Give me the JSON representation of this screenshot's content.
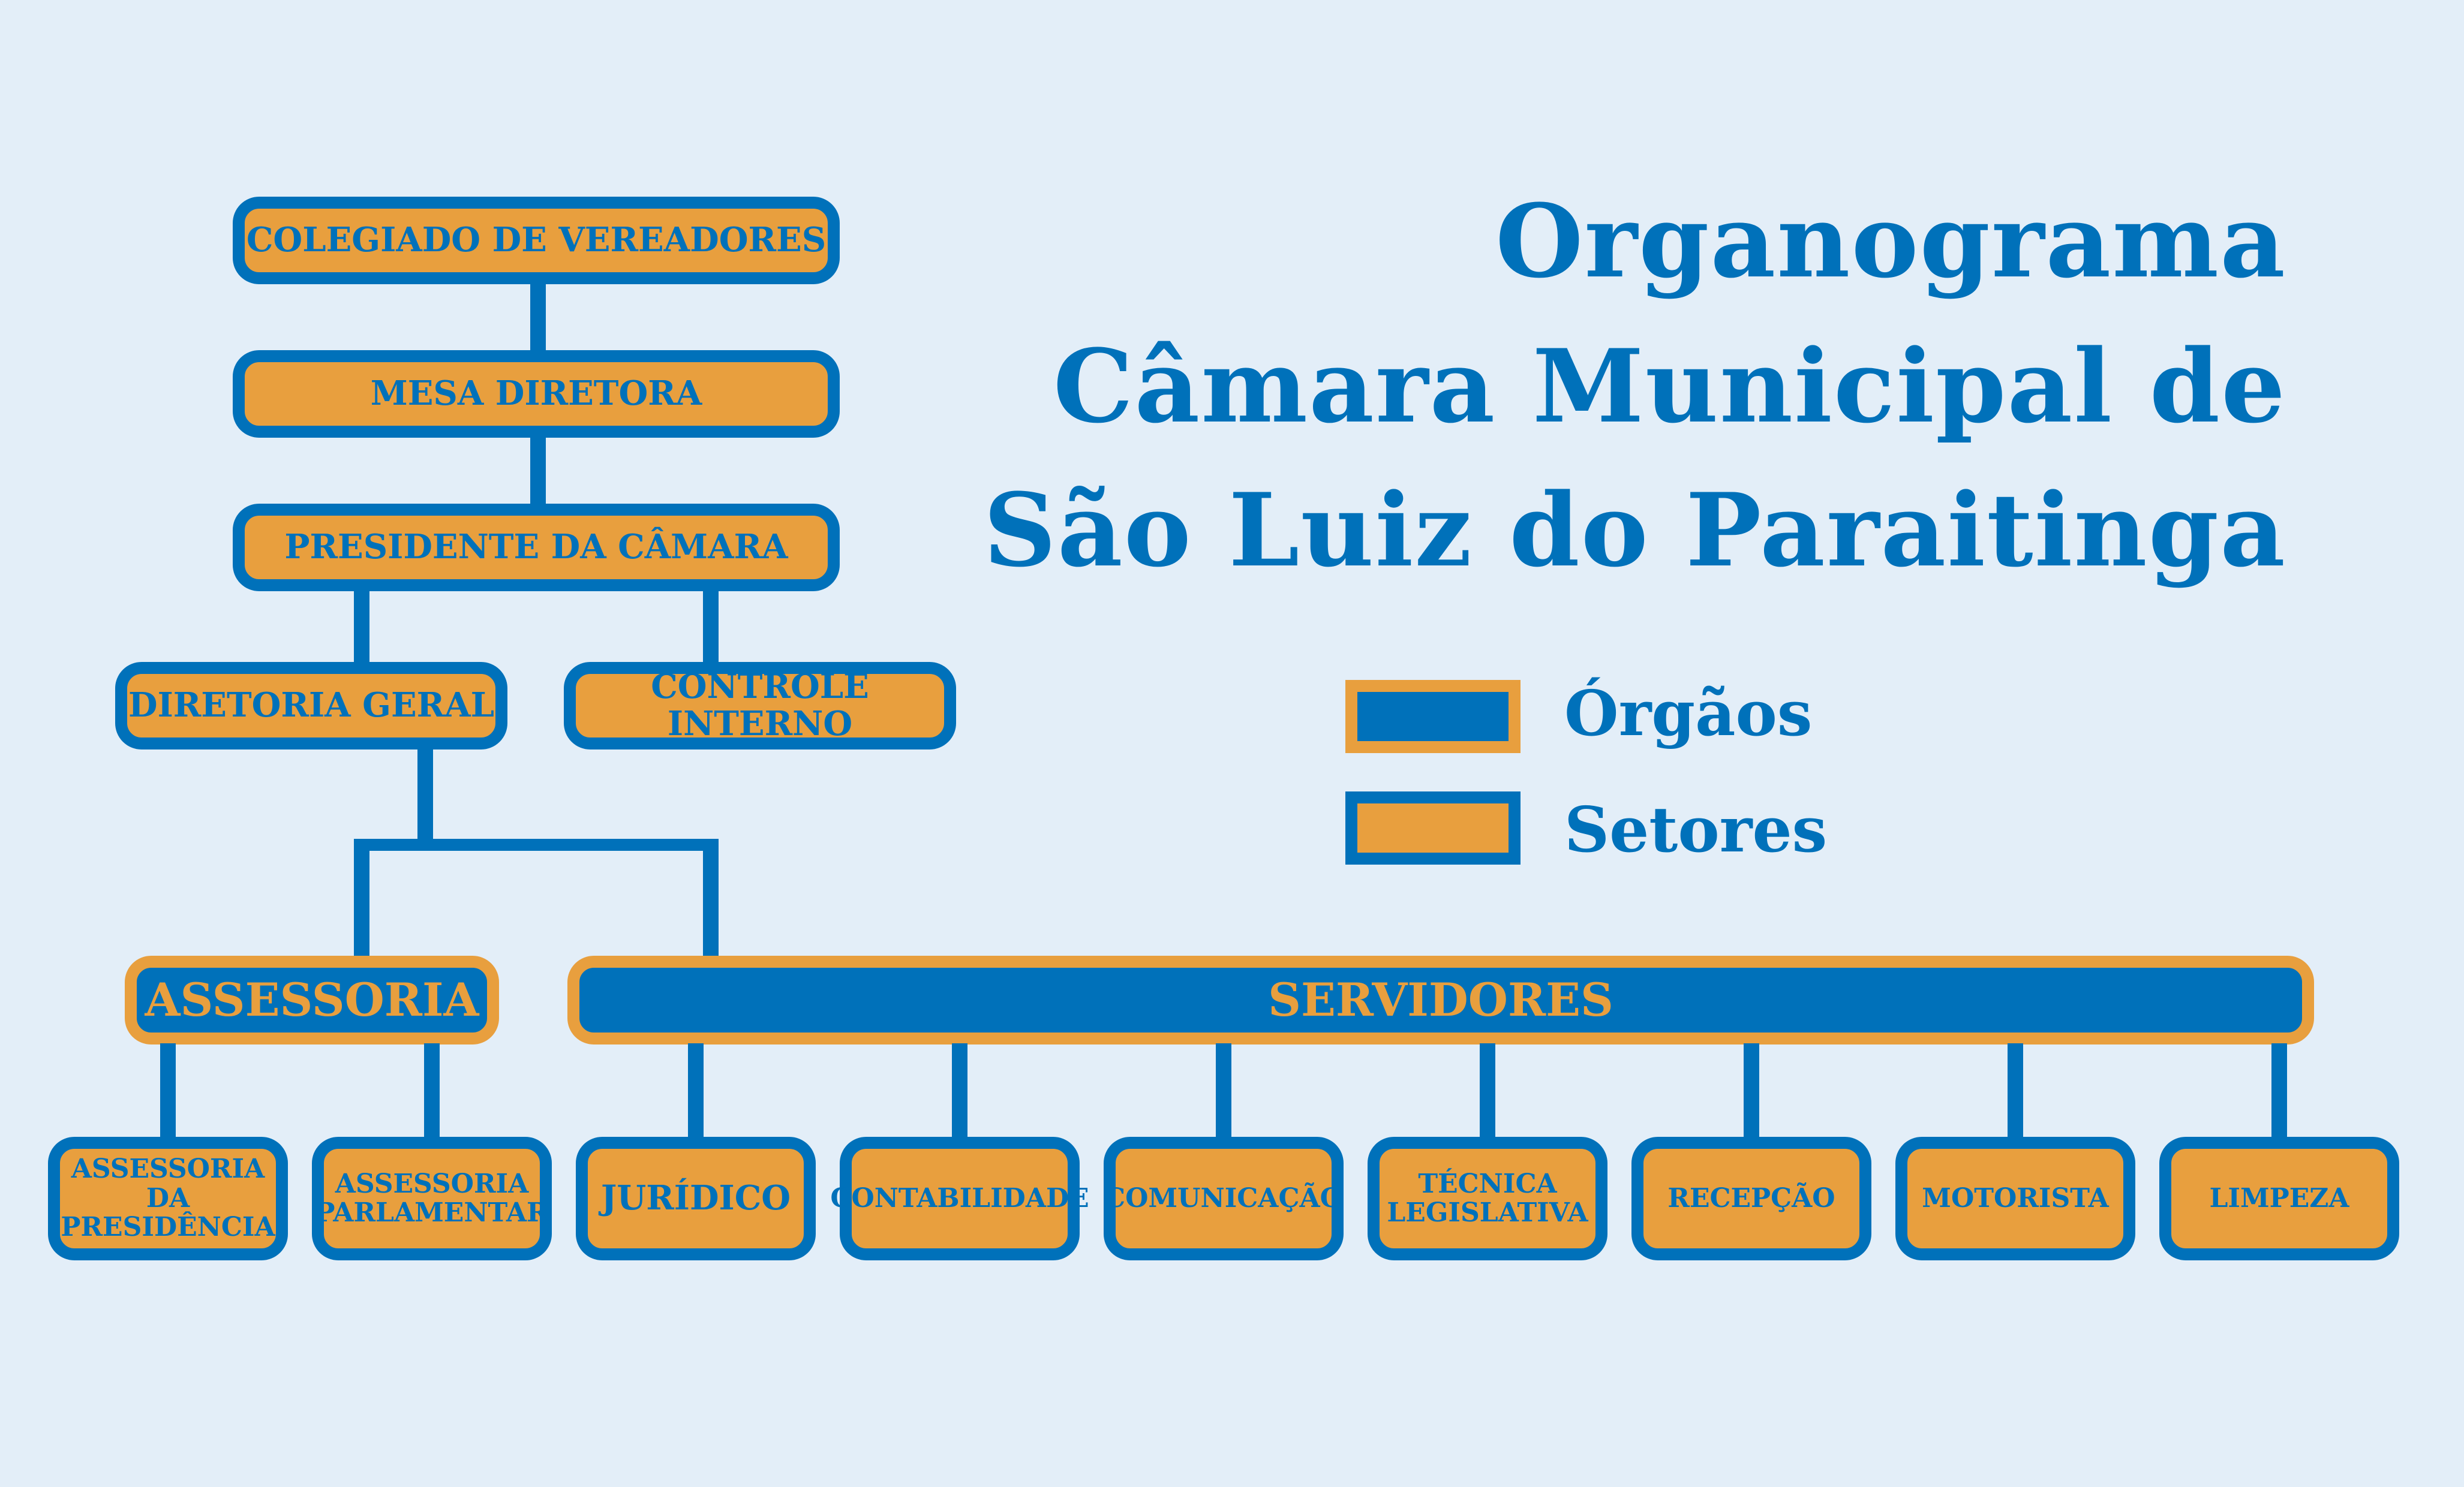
{
  "title": {
    "line1": "Organograma",
    "line2": "Câmara Municipal de",
    "line3": "São Luiz do Paraitinga"
  },
  "legend": {
    "items": [
      {
        "label": "Órgãos",
        "type": "orgao"
      },
      {
        "label": "Setores",
        "type": "setor"
      }
    ]
  },
  "colors": {
    "blue": "#0071ba",
    "orange": "#e89f3e",
    "background": "#e3eef8"
  },
  "nodes": {
    "colegiado": "COLEGIADO DE VEREADORES",
    "mesa": "MESA DIRETORA",
    "presidente": "PRESIDENTE DA CÂMARA",
    "diretoria": "DIRETORIA GERAL",
    "controle": "CONTROLE INTERNO",
    "assessoria": "ASSESSORIA",
    "servidores": "SERVIDORES"
  },
  "leaves": [
    {
      "label": "ASSESSORIA DA PRESIDÊNCIA",
      "parent": "assessoria"
    },
    {
      "label": "ASSESSORIA PARLAMENTAR",
      "parent": "assessoria"
    },
    {
      "label": "JURÍDICO",
      "parent": "servidores"
    },
    {
      "label": "CONTABILIDADE",
      "parent": "servidores"
    },
    {
      "label": "COMUNICAÇÃO",
      "parent": "servidores"
    },
    {
      "label": "TÉCNICA LEGISLATIVA",
      "parent": "servidores"
    },
    {
      "label": "RECEPÇÃO",
      "parent": "servidores"
    },
    {
      "label": "MOTORISTA",
      "parent": "servidores"
    },
    {
      "label": "LIMPEZA",
      "parent": "servidores"
    }
  ]
}
